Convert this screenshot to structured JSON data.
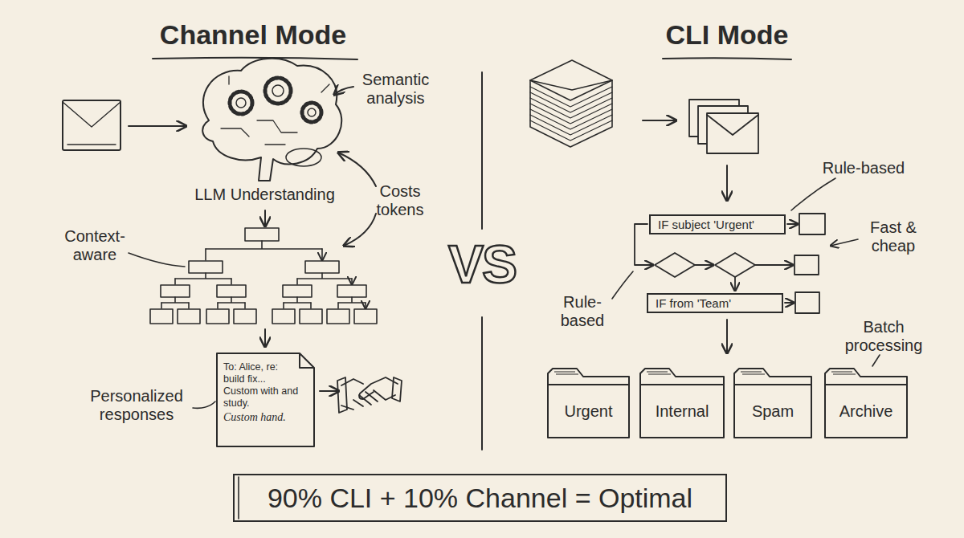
{
  "diagram": {
    "nodes": [
      {
        "text": [
          "To: Alice, re: build fix... Custom with and study.",
          "Custom hand."
        ]
      },
      {
        "text": [
          "IF subject 'Urgent'"
        ]
      },
      {
        "text": [
          "IF from 'Team'"
        ]
      },
      {
        "text": [
          "Urgent"
        ]
      },
      {
        "text": [
          "Internal"
        ]
      },
      {
        "text": [
          "Spam"
        ]
      },
      {
        "text": [
          "Archive"
        ]
      },
      {
        "text": [
          "90% CLI + 10% Channel = Optimal"
        ]
      }
    ],
    "labels": [
      "Channel Mode",
      "Semantic analysis",
      "LLM Understanding",
      "Costs tokens",
      "Context-aware",
      "Personalized responses",
      "VS",
      "CLI Mode",
      "Rule-based",
      "Fast & cheap",
      "Rule-based",
      "Batch processing"
    ]
  }
}
